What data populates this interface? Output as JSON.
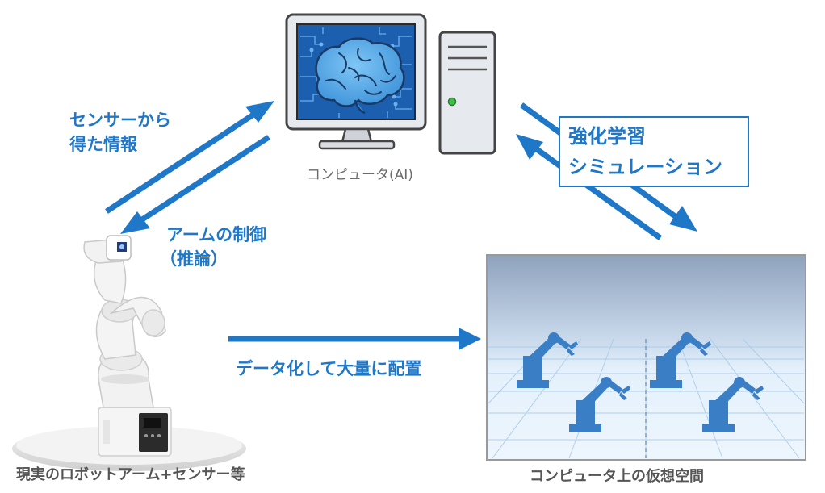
{
  "labels": {
    "sensor_info": [
      "センサーから",
      "得た情報"
    ],
    "arm_control": [
      "アームの制御",
      "（推論）"
    ],
    "computer_ai": "コンピュータ(AI)",
    "rl_sim": [
      "強化学習",
      "シミュレーション"
    ],
    "data_deploy": "データ化して大量に配置",
    "real_robot": "現実のロボットアーム+センサー等",
    "virtual_space": "コンピュータ上の仮想空間"
  },
  "colors": {
    "accent_blue": "#1f77c8",
    "robot_blue": "#3a7ec6",
    "screen_blue": "#1b5fae",
    "sky_top": "#8fa2bd",
    "floor": "#e8f3fc"
  },
  "icons": {
    "computer": "computer-with-brain-icon",
    "robot": "robot-arm-icon",
    "virtual_robots": "industrial-robot-icon"
  }
}
